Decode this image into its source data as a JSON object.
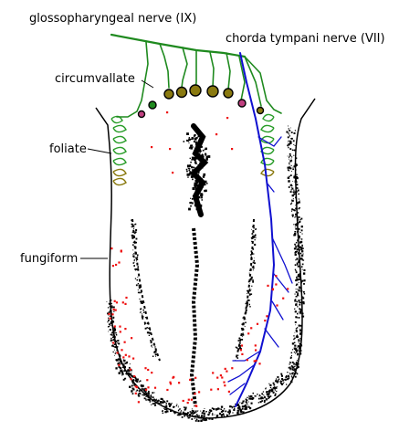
{
  "labels": {
    "glossopharyngeal": "glossopharyngeal nerve (IX)",
    "chorda": "chorda tympani nerve (VII)",
    "circumvallate": "circumvallate",
    "foliate": "foliate",
    "fungiform": "fungiform"
  },
  "colors": {
    "glossopharyngeal_nerve": "#1f8a1f",
    "chorda_tympani_nerve": "#1010d0",
    "fungiform_dots": "#ee1111",
    "tongue_outline": "#000000",
    "foliate_olive": "#8a7a10"
  }
}
